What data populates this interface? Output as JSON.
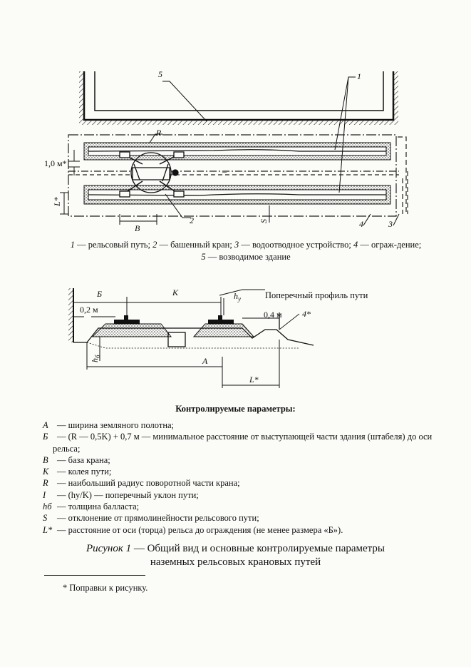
{
  "figure1": {
    "label_R": "R",
    "label_1m": "1,0 м*",
    "label_Lstar": "L*",
    "label_B": "B",
    "label_S": "S",
    "callouts": [
      "1",
      "2",
      "3",
      "4",
      "5"
    ],
    "dash_mark": "–"
  },
  "legend1": {
    "items": [
      {
        "num": "1",
        "text": " — рельсовый путь; "
      },
      {
        "num": "2",
        "text": " — башенный кран; "
      },
      {
        "num": "3",
        "text": " — водоотводное устройство; "
      },
      {
        "num": "4",
        "text": " — ограж-дение; "
      },
      {
        "num": "5",
        "text": " — возводимое здание"
      }
    ]
  },
  "figure2": {
    "title": "Поперечный профиль пути",
    "label_B": "Б",
    "label_K": "K",
    "label_02": "0,2 м",
    "label_04": "0,4 м",
    "label_hy": "h",
    "label_hy_sub": "у",
    "label_4star": "4*",
    "label_hb": "h",
    "label_hb_sub": "б",
    "label_A": "A",
    "label_Lstar": "L*"
  },
  "params": {
    "title": "Контролируемые параметры:",
    "items": [
      {
        "sym": "A",
        "text": "— ширина земляного полотна;"
      },
      {
        "sym": "Б",
        "text": "— (R — 0,5K) + 0,7 м — минимальное расстояние от выступающей части здания (штабеля) до оси рельса;"
      },
      {
        "sym": "B",
        "text": "— база крана;"
      },
      {
        "sym": "K",
        "text": "— колея пути;"
      },
      {
        "sym": "R",
        "text": "— наибольший радиус поворотной части крана;"
      },
      {
        "sym": "I",
        "text": "— (hу/K) — поперечный уклон пути;"
      },
      {
        "sym": "hб",
        "text": "— толщина балласта;"
      },
      {
        "sym": "S",
        "text": "— отклонение от прямолинейности рельсового пути;"
      },
      {
        "sym": "L*",
        "text": "— расстояние от оси (торца) рельса до ограждения (не менее размера «Б»)."
      }
    ]
  },
  "caption": {
    "lead": "Рисунок 1",
    "line1": " — Общий вид и основные контролируемые параметры",
    "line2": "наземных рельсовых крановых путей"
  },
  "footnote": {
    "text": "* Поправки к рисунку."
  }
}
